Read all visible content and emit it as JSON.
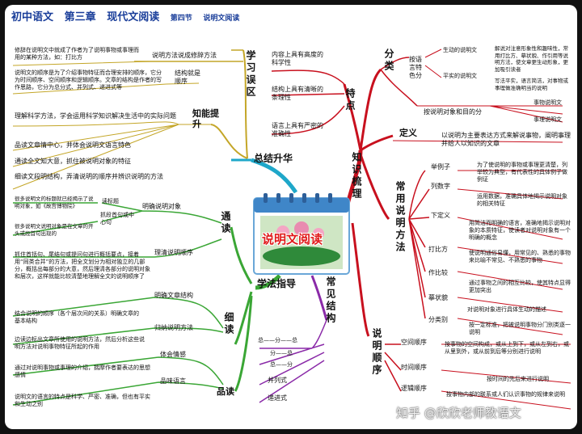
{
  "title": {
    "part1": "初中语文",
    "part2": "第三章",
    "part3": "现代文阅读",
    "part4": "第四节",
    "part5": "说明文阅读"
  },
  "center": "说明文阅读",
  "branches": {
    "summary": "总结升华",
    "knowledge": "知识梳理",
    "method": "学法指导"
  },
  "summary": {
    "review": "学习误区",
    "ability": "知能提升",
    "notes": [
      "修辞在说明文中就成了作者为了说明事物或事理而用的某种方法，如：打比方",
      "说明方法说成修辞方法",
      "结构就是顺序",
      "说明文的顺序是为了介绍事物特征而合理安排的顺序，它分为时间顺序、空间顺序和逻辑顺序。文章的结构是作者的写作思路，它分为总分式、并列式、递进式等"
    ],
    "ability_items": [
      "理解科学方法，学会运用科学知识解决生活中的实际问题",
      "品读文章情中心，并体会说明文语言特色",
      "通读全文知大意，抓住被说明对象的特征",
      "细读文段明结构，弄清说明的顺序并辨识说明的方法"
    ]
  },
  "knowledge": {
    "features_title": "特点",
    "features": [
      "内容上具有高度的科学性",
      "结构上具有清晰的条理性",
      "语言上具有严密的准确性"
    ],
    "classify_title": "分类",
    "by_lang": "按语言特色分",
    "lang_types": [
      {
        "name": "生动的说明文",
        "desc": "解说对注意形象性和趣味性，常用打比方、摹状貌、作引用等说明方法，使文章更生动形象，更加吸引读者"
      },
      {
        "name": "平实的说明文",
        "desc": "写法平实，语言简洁，对事物或事理做准确明当的说明"
      }
    ],
    "by_object": "按说明对象和目的分",
    "object_types": [
      "事物说明文",
      "事理说明文"
    ],
    "definition_title": "定义",
    "definition": "以说明为主要表达方式来解说事物，阐明事理并给人以知识的文章",
    "methods_title": "常用说明方法",
    "methods": [
      {
        "name": "举例子",
        "desc": "为了使说明的事物或事理更清楚，列举较为典型，有代表性的具体例子做例证"
      },
      {
        "name": "列数字",
        "desc": "运用数据，准确具体地揭示说明对象的相关特征"
      },
      {
        "name": "下定义",
        "desc": "用简洁而明确的语言，准确地揭示说明对象的本质特征，使读者对说明对象有一个明确的概念"
      },
      {
        "name": "打比方",
        "desc": "使说明通俗易懂，用常见的、熟悉的事物来比喻不常见、不熟悉的事物"
      },
      {
        "name": "作比较",
        "desc": "通过事物之间的相互比较，使其特点显得更加突出"
      },
      {
        "name": "摹状貌",
        "desc": ""
      },
      {
        "name": "分类别",
        "desc": "对说明对象进行具体生动的描述"
      }
    ],
    "classify_desc": "按一定标准，把被说明事物分门别类逐一说明",
    "order_title": "说明顺序",
    "orders": [
      {
        "name": "空间顺序",
        "desc": "按事物的空间构成，或从上到下，或从左到右，或从里到外，或从前到后等分别进行说明"
      },
      {
        "name": "时间顺序",
        "desc": "按时间的先后来进行说明"
      },
      {
        "name": "逻辑顺序",
        "desc": "按事物内部的联系或人们认识事物的规律来说明"
      }
    ]
  },
  "method": {
    "skim": "通读",
    "skim_target": "明确说明对象",
    "skim_sub": [
      "读标题",
      "抓段首句或中心句"
    ],
    "skim_notes": [
      "很多说明文的标题就已经揭示了说明对象，如《故宫博物院》",
      "很多说明文说明对象是在文章的开头或段首句出现的"
    ],
    "order_clear": "理清说明顺序",
    "order_note": "抓住首括句、尾结句或提问句进行概括要点，接着用“同类合并”的方法，把全文划分为相对独立的几部分，概括出每部分的大意，然后理清各部分的说明对象和层次，这样就能比较清楚地理解全文的说明顺序了",
    "close_read": "细读",
    "structure": "明确文章结构",
    "structure_note": "结合说明的顺序（各个层次间的关系）明确文章的基本结构",
    "induce": "归纳说明方法",
    "induce_note": "边读边标出文章所使用的说明方法，然后分析这些说明方法对说明事物特征所起的作用",
    "savor": "品读",
    "feeling": "体会情感",
    "feeling_note": "通过对说明事物或事理的介绍，揣摩作者要表达的思想感情",
    "language": "品味语言",
    "language_note": "说明文的语言的特点是科学、严密、准确，但也有平实和生动之别"
  },
  "structures": {
    "title": "常见结构",
    "zfz": "总——分——总",
    "fz": "分——总",
    "zf": "总——分",
    "parallel": "并列式",
    "progressive": "递进式"
  },
  "watermark": "知乎 @欣欣老师教语文",
  "colors": {
    "red": "#c8101e",
    "green": "#3aa635",
    "gold": "#c4a628",
    "cyan": "#1ea7c9",
    "purple": "#8a2aa8",
    "blue": "#1a3e9a"
  }
}
